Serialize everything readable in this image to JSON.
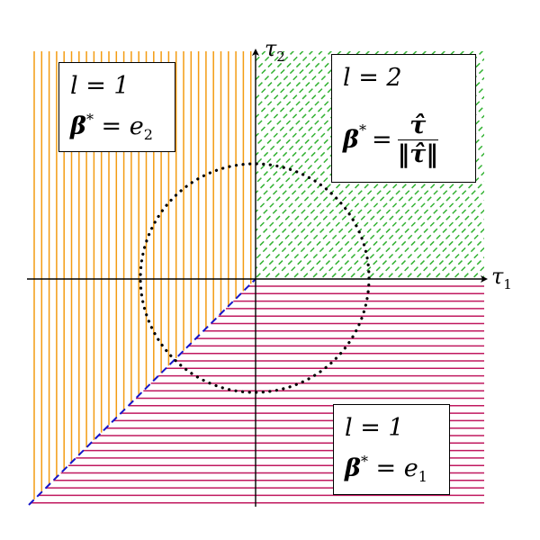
{
  "axes": {
    "x_label_symbol": "τ",
    "x_label_index": "1",
    "y_label_symbol": "τ",
    "y_label_index": "2"
  },
  "regions": {
    "top_left": {
      "l_text": "l = 1",
      "beta_symbol": "β",
      "beta_sup": "*",
      "equals": "=",
      "rhs_symbol": "e",
      "rhs_index": "2"
    },
    "top_right": {
      "l_text": "l = 2",
      "beta_symbol": "β",
      "beta_sup": "*",
      "equals": "=",
      "frac_num": "τ̂",
      "frac_den": "‖τ̂‖"
    },
    "bottom_right": {
      "l_text": "l = 1",
      "beta_symbol": "β",
      "beta_sup": "*",
      "equals": "=",
      "rhs_symbol": "e",
      "rhs_index": "1"
    }
  },
  "colors": {
    "orange": "#f39c12",
    "green": "#33b233",
    "magenta": "#c0185f",
    "blue_dash": "#1515c8",
    "circle": "#000000"
  }
}
